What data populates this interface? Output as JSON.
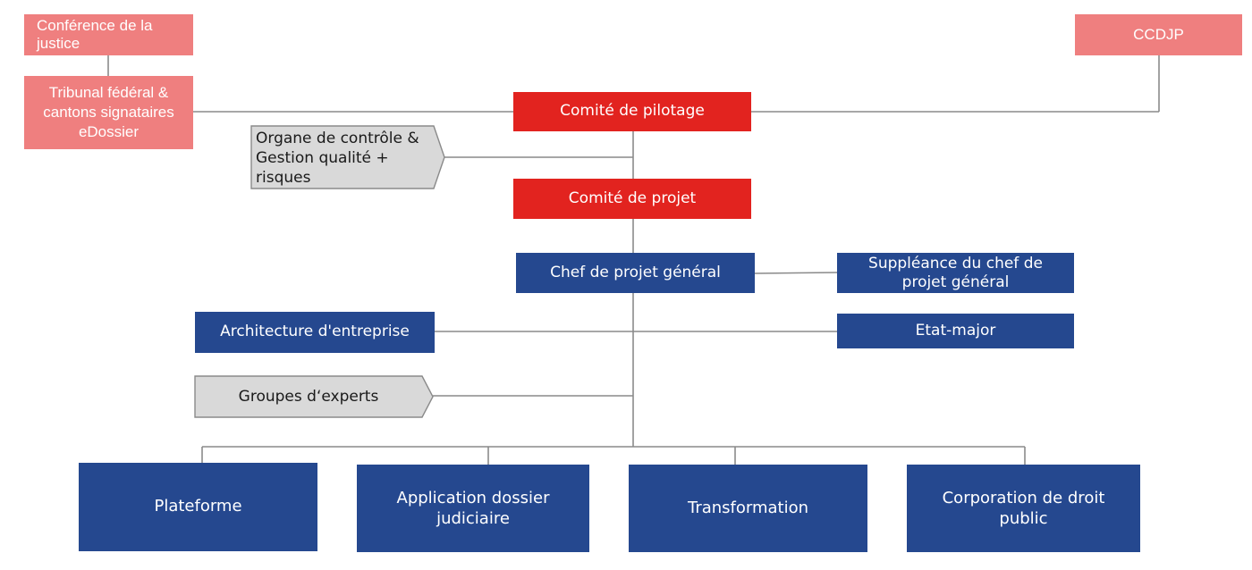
{
  "colors": {
    "pink": "#ef7f7f",
    "red": "#e2231f",
    "blue": "#25488f",
    "grey": "#d9d9d9",
    "line": "#8a8a8a"
  },
  "nodes": {
    "conference": "Conférence de la justice",
    "tribunal": "Tribunal fédéral & cantons signataires eDossier",
    "ccdjp": "CCDJP",
    "comite_pilotage": "Comité de pilotage",
    "organe_controle": "Organe de contrôle & Gestion qualité + risques",
    "comite_projet": "Comité de projet",
    "chef_projet": "Chef de projet général",
    "suppleance": "Suppléance du chef de projet général",
    "architecture": "Architecture d'entreprise",
    "etat_major": "Etat-major",
    "groupes_experts": "Groupes d‘experts",
    "plateforme": "Plateforme",
    "application": "Application dossier judiciaire",
    "transformation": "Transformation",
    "corporation": "Corporation de droit public"
  }
}
